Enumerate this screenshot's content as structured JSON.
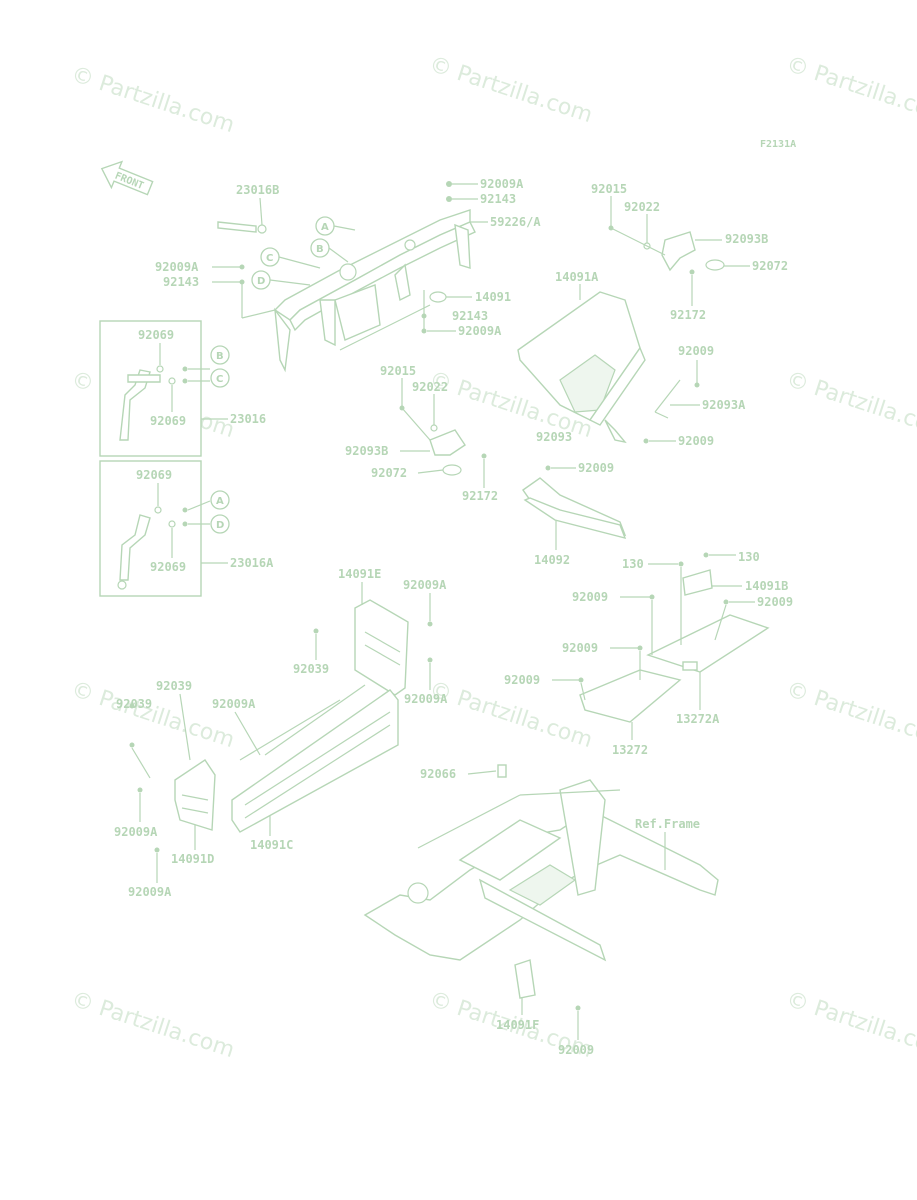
{
  "figure_code": "F2131A",
  "front_label": "FRONT",
  "ref_frame_label": "Ref.Frame",
  "watermark": "© Partzilla.com",
  "callout_letters": [
    "A",
    "B",
    "C",
    "D"
  ],
  "parts": {
    "p23016B": "23016B",
    "p92009A_1": "92009A",
    "p92143_1": "92143",
    "p59226": "59226/A",
    "p92009A_2": "92009A",
    "p92143_2": "92143",
    "p14091": "14091",
    "p92143_3": "92143",
    "p92009A_3": "92009A",
    "p92015_1": "92015",
    "p92022_1": "92022",
    "p92093B_1": "92093B",
    "p92072_1": "92072",
    "p92172_1": "92172",
    "p14091A": "14091A",
    "p92009_1": "92009",
    "p92093A": "92093A",
    "p92093_1": "92093",
    "p92009_2": "92009",
    "p92069_1": "92069",
    "p92069_2": "92069",
    "p23016": "23016",
    "p92015_2": "92015",
    "p92022_2": "92022",
    "p92093B_2": "92093B",
    "p92072_2": "92072",
    "p92172_2": "92172",
    "p92009_3": "92009",
    "p14092": "14092",
    "p92069_3": "92069",
    "p92069_4": "92069",
    "p23016A": "23016A",
    "p130_1": "130",
    "p130_2": "130",
    "p14091B": "14091B",
    "p92009_4": "92009",
    "p92009_5": "92009",
    "p92009_6": "92009",
    "p92009_7": "92009",
    "p13272A": "13272A",
    "p13272": "13272",
    "p14091E": "14091E",
    "p92009A_4": "92009A",
    "p92039_1": "92039",
    "p92009A_5": "92009A",
    "p92039_2": "92039",
    "p92039_3": "92039",
    "p92009A_6": "92009A",
    "p92009A_7": "92009A",
    "p14091D": "14091D",
    "p14091C": "14091C",
    "p92009A_8": "92009A",
    "p92066": "92066",
    "p14091F": "14091F",
    "p92009_8": "92009"
  }
}
